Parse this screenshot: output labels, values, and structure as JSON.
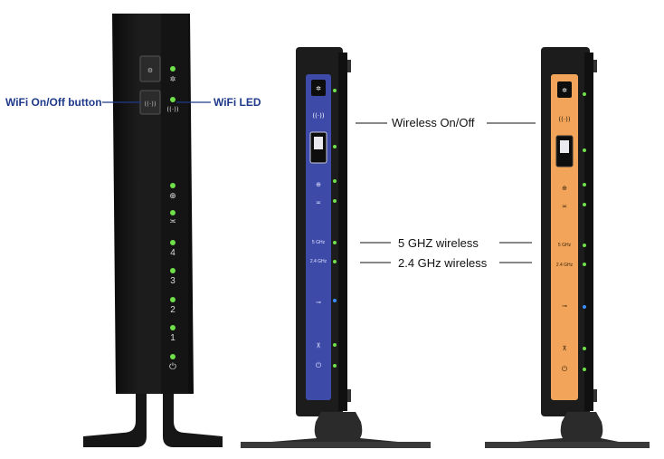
{
  "labels": {
    "wifi_button": "WiFi On/Off button",
    "wifi_led": "WiFi LED",
    "wireless_onoff": "Wireless On/Off",
    "ghz5": "5 GHZ wireless",
    "ghz24": "2.4 GHz wireless"
  },
  "icon_text": {
    "port4": "4",
    "port3": "3",
    "port2": "2",
    "port1": "1",
    "band5": "5 GHz",
    "band24": "2.4 GHz"
  },
  "colors": {
    "blue_panel": "#3d4aa8",
    "orange_panel": "#f2a55a",
    "led_green": "#6fe04a",
    "led_blue": "#3b8cff",
    "label_blue": "#1f3a8a"
  }
}
